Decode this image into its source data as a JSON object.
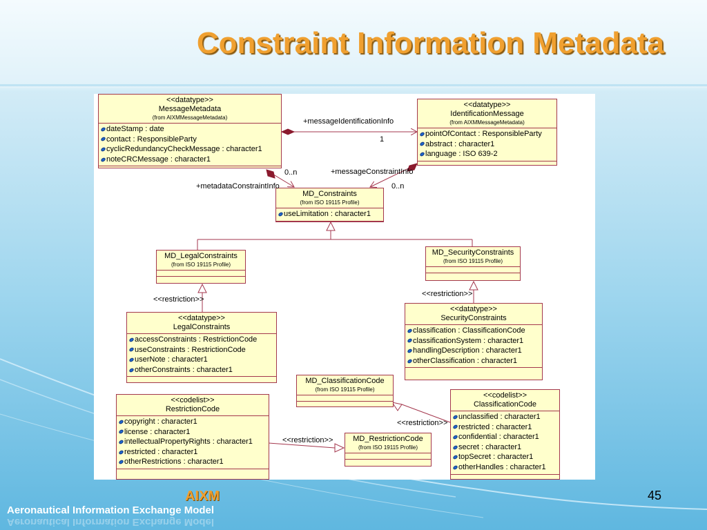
{
  "slide": {
    "title": "Constraint Information Metadata",
    "page_number": "45",
    "logo_text": "AIXM",
    "subtitle": "Aeronautical Information Exchange Model"
  },
  "diagram": {
    "classes": {
      "message_metadata": {
        "stereotype": "<<datatype>>",
        "name": "MessageMetadata",
        "from": "(from AIXMMessageMetadata)",
        "attributes": [
          "dateStamp : date",
          "contact : ResponsibleParty",
          "cyclicRedundancyCheckMessage : character1",
          "noteCRCMessage : character1"
        ]
      },
      "identification_message": {
        "stereotype": "<<datatype>>",
        "name": "IdentificationMessage",
        "from": "(from AIXMMessageMetadata)",
        "attributes": [
          "pointOfContact : ResponsibleParty",
          "abstract : character1",
          "language : ISO 639-2"
        ]
      },
      "md_constraints": {
        "name": "MD_Constraints",
        "from": "(from ISO 19115 Profile)",
        "attributes": [
          "useLimitation : character1"
        ]
      },
      "md_legal_constraints": {
        "name": "MD_LegalConstraints",
        "from": "(from ISO 19115 Profile)"
      },
      "md_security_constraints": {
        "name": "MD_SecurityConstraints",
        "from": "(from ISO 19115 Profile)"
      },
      "legal_constraints": {
        "stereotype": "<<datatype>>",
        "name": "LegalConstraints",
        "attributes": [
          "accessConstraints : RestrictionCode",
          "useConstraints : RestrictionCode",
          "userNote : character1",
          "otherConstraints : character1"
        ]
      },
      "security_constraints": {
        "stereotype": "<<datatype>>",
        "name": "SecurityConstraints",
        "attributes": [
          "classification : ClassificationCode",
          "classificationSystem : character1",
          "handlingDescription : character1",
          "otherClassification : character1"
        ]
      },
      "md_classification_code": {
        "name": "MD_ClassificationCode",
        "from": "(from ISO 19115 Profile)"
      },
      "restriction_code": {
        "stereotype": "<<codelist>>",
        "name": "RestrictionCode",
        "attributes": [
          "copyright : character1",
          "license : character1",
          "intellectualPropertyRights : character1",
          "restricted : character1",
          "otherRestrictions : character1"
        ]
      },
      "md_restriction_code": {
        "name": "MD_RestrictionCode",
        "from": "(from ISO 19115 Profile)"
      },
      "classification_code": {
        "stereotype": "<<codelist>>",
        "name": "ClassificationCode",
        "attributes": [
          "unclassified : character1",
          "restricted : character1",
          "confidential : character1",
          "secret : character1",
          "topSecret : character1",
          "otherHandles : character1"
        ]
      }
    },
    "labels": {
      "message_identification_info": "+messageIdentificationInfo",
      "multiplicity_one": "1",
      "multiplicity_left": "0..n",
      "metadata_constraint_info": "+metadataConstraintInfo",
      "message_constraint_info": "+messageConstraintInfo",
      "multiplicity_right": "0..n",
      "restriction_legal": "<<restriction>>",
      "restriction_security": "<<restriction>>",
      "restriction_classification": "<<restriction>>",
      "restriction_restriction": "<<restriction>>"
    }
  }
}
